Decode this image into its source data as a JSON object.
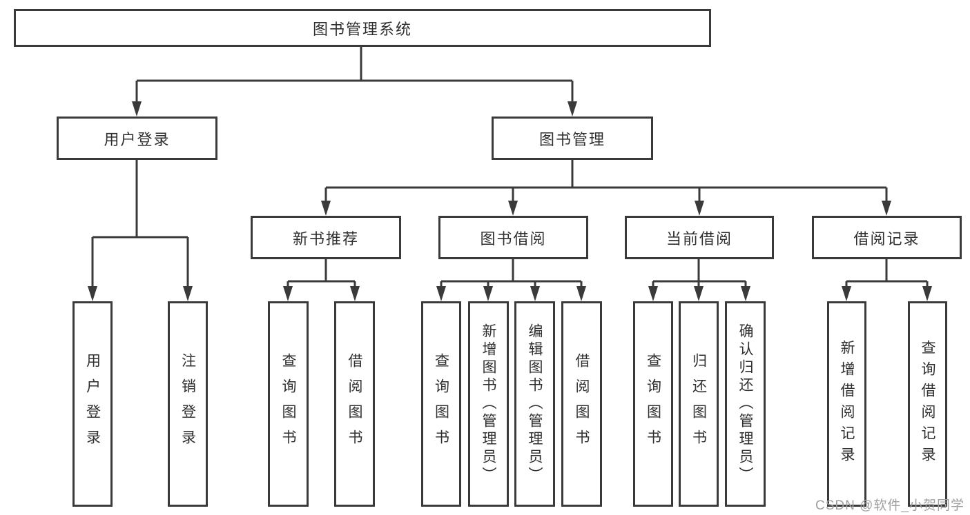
{
  "diagram": {
    "type": "tree",
    "root": {
      "label": "图书管理系统",
      "children": [
        {
          "label": "用户登录",
          "children": [
            {
              "label": "用户登录"
            },
            {
              "label": "注销登录"
            }
          ]
        },
        {
          "label": "图书管理",
          "children": [
            {
              "label": "新书推荐",
              "children": [
                {
                  "label": "查询图书"
                },
                {
                  "label": "借阅图书"
                }
              ]
            },
            {
              "label": "图书借阅",
              "children": [
                {
                  "label": "查询图书"
                },
                {
                  "label": "新增图书（管理员）"
                },
                {
                  "label": "编辑图书（管理员）"
                },
                {
                  "label": "借阅图书"
                }
              ]
            },
            {
              "label": "当前借阅",
              "children": [
                {
                  "label": "查询图书"
                },
                {
                  "label": "归还图书"
                },
                {
                  "label": "确认归还（管理员）"
                }
              ]
            },
            {
              "label": "借阅记录",
              "children": [
                {
                  "label": "新增借阅记录"
                },
                {
                  "label": "查询借阅记录"
                }
              ]
            }
          ]
        }
      ]
    }
  },
  "watermark": {
    "text": "CSDN @软件_小贺同学"
  },
  "colors": {
    "line": "#3a3a3a",
    "node_border": "#3a3a3a",
    "node_fill": "#ffffff",
    "node_text": "#2f2f2f",
    "watermark_text": "#a0a0a0",
    "background": "#ffffff"
  }
}
